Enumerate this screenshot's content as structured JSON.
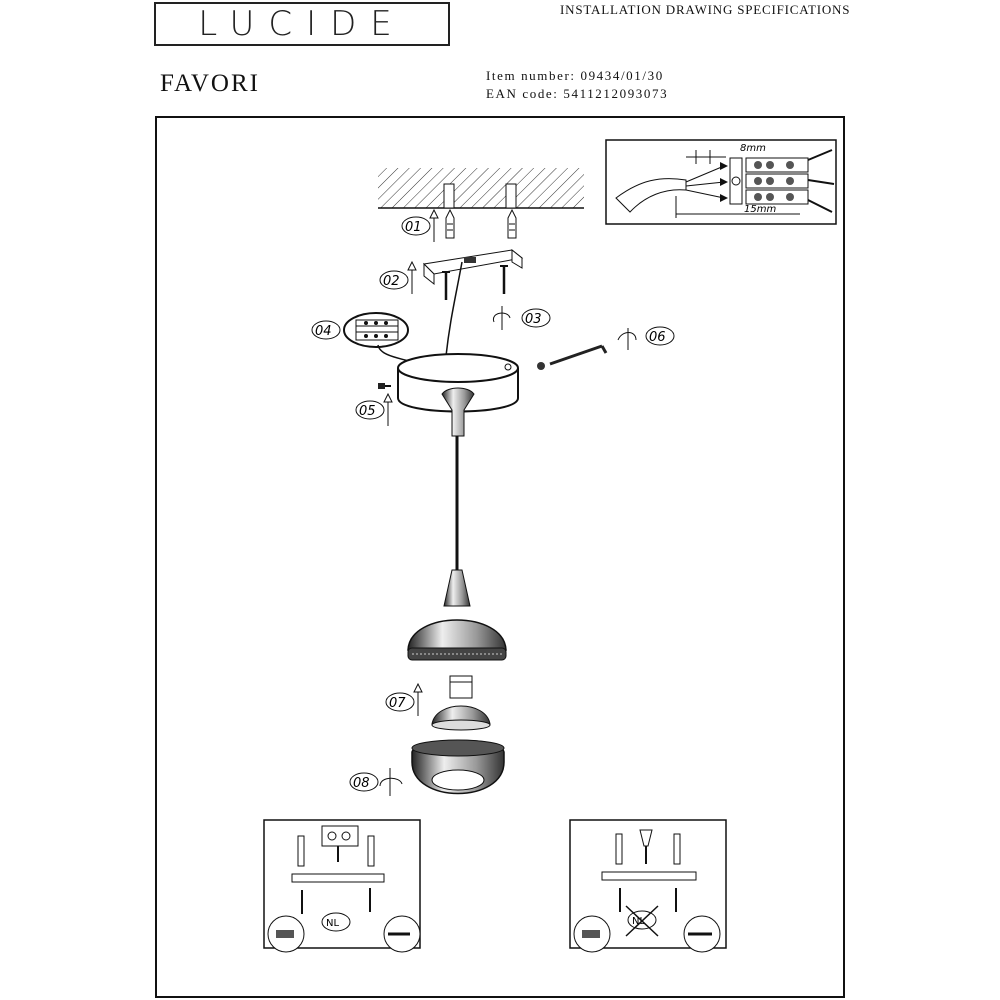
{
  "header": {
    "brand": "LUCIDE",
    "doc_title": "INSTALLATION DRAWING SPECIFICATIONS",
    "product_name": "FAVORI",
    "item_number_label": "Item number:",
    "item_number": "09434/01/30",
    "ean_label": "EAN code:",
    "ean": "5411212093073"
  },
  "wiring_inset": {
    "strip_length": "8mm",
    "total_length": "15mm"
  },
  "steps": [
    "01",
    "02",
    "03",
    "04",
    "05",
    "06",
    "07",
    "08"
  ],
  "mounting_panels": {
    "left_badge": "NL",
    "right_badge": "NL"
  }
}
